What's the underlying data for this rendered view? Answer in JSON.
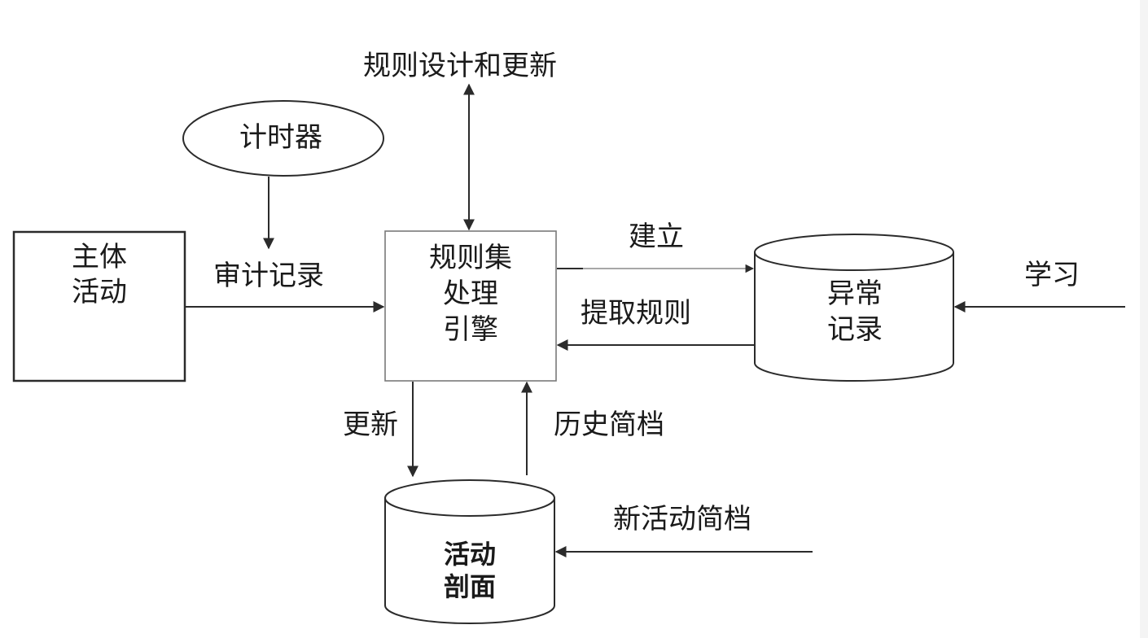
{
  "nodes": {
    "subject_activity": {
      "lines": [
        "主体",
        "活动"
      ]
    },
    "timer": {
      "label": "计时器"
    },
    "rule_engine": {
      "lines": [
        "规则集",
        "处理",
        "引擎"
      ]
    },
    "anomaly_record": {
      "lines": [
        "异常",
        "记录"
      ]
    },
    "activity_profile": {
      "lines": [
        "活动",
        "剖面"
      ]
    }
  },
  "labels": {
    "rule_design_update": "规则设计和更新",
    "audit_record": "审计记录",
    "establish": "建立",
    "extract_rules": "提取规则",
    "learn": "学习",
    "update": "更新",
    "history_profile": "历史简档",
    "new_activity_profile": "新活动简档"
  }
}
